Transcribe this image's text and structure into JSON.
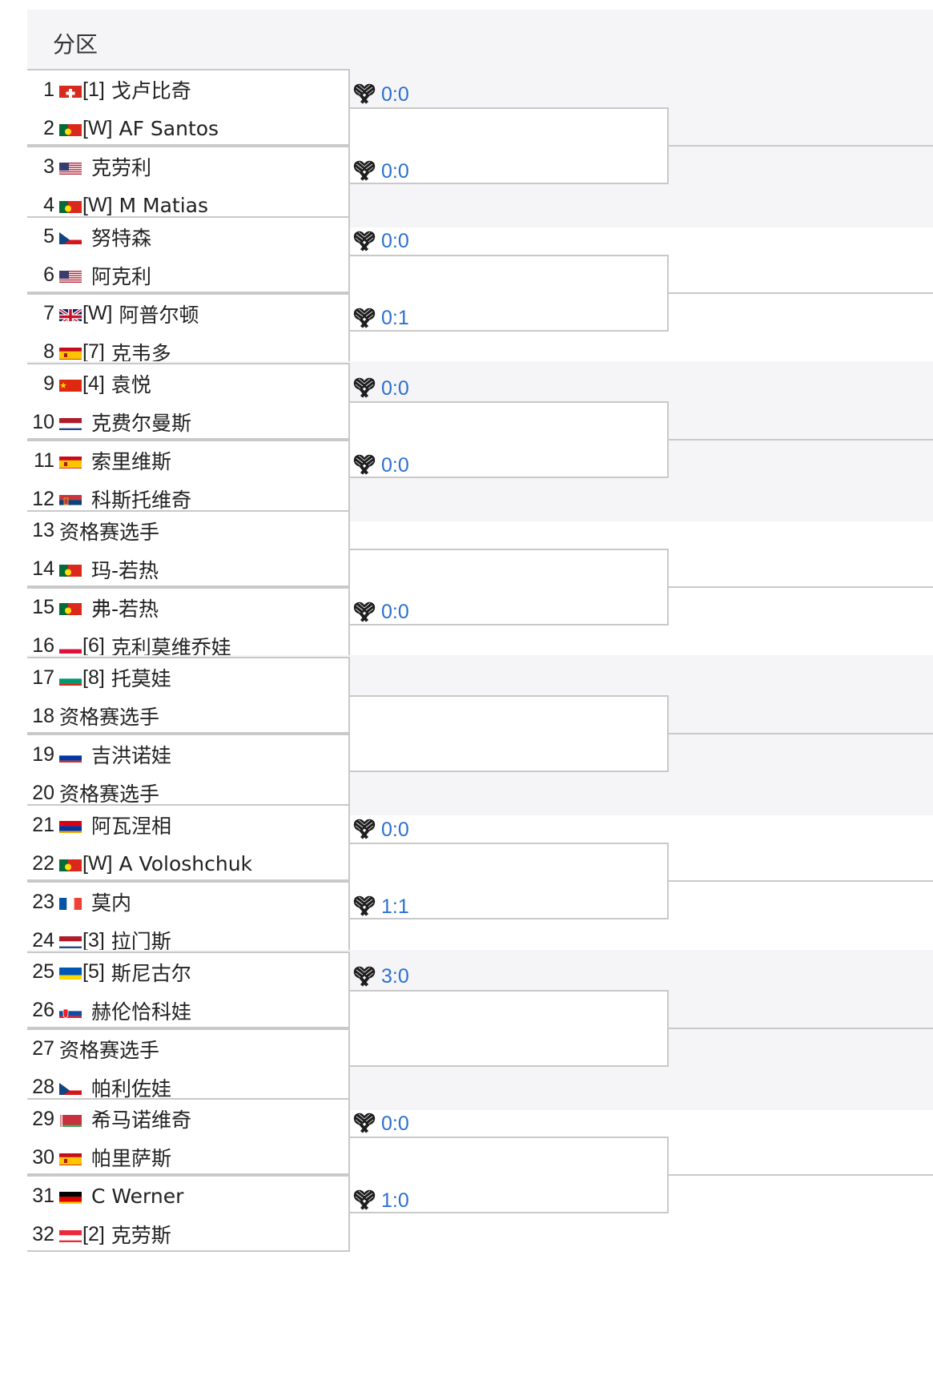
{
  "header": {
    "title": "分区"
  },
  "groups": [
    {
      "players": [
        {
          "num": "1",
          "flag": "flag-switzerland",
          "seed": "[1]",
          "name": "戈卢比奇"
        },
        {
          "num": "2",
          "flag": "flag-portugal",
          "seed": "[W]",
          "name": "AF Santos"
        },
        {
          "num": "3",
          "flag": "flag-usa",
          "seed": "",
          "name": "克劳利"
        },
        {
          "num": "4",
          "flag": "flag-portugal",
          "seed": "[W]",
          "name": "M Matias"
        }
      ],
      "scores": [
        "0:0",
        "0:0"
      ]
    },
    {
      "players": [
        {
          "num": "5",
          "flag": "flag-czech",
          "seed": "",
          "name": "努特森"
        },
        {
          "num": "6",
          "flag": "flag-usa",
          "seed": "",
          "name": "阿克利"
        },
        {
          "num": "7",
          "flag": "flag-uk",
          "seed": "[W]",
          "name": "阿普尔顿"
        },
        {
          "num": "8",
          "flag": "flag-spain",
          "seed": "[7]",
          "name": "克韦多"
        }
      ],
      "scores": [
        "0:0",
        "0:1"
      ]
    },
    {
      "players": [
        {
          "num": "9",
          "flag": "flag-china",
          "seed": "[4]",
          "name": "袁悦"
        },
        {
          "num": "10",
          "flag": "flag-netherlands",
          "seed": "",
          "name": "克费尔曼斯"
        },
        {
          "num": "11",
          "flag": "flag-spain",
          "seed": "",
          "name": "索里维斯"
        },
        {
          "num": "12",
          "flag": "flag-serbia",
          "seed": "",
          "name": "科斯托维奇"
        }
      ],
      "scores": [
        "0:0",
        "0:0"
      ]
    },
    {
      "players": [
        {
          "num": "13",
          "flag": "",
          "seed": "",
          "name": "资格赛选手"
        },
        {
          "num": "14",
          "flag": "flag-portugal",
          "seed": "",
          "name": "玛-若热"
        },
        {
          "num": "15",
          "flag": "flag-portugal",
          "seed": "",
          "name": "弗-若热"
        },
        {
          "num": "16",
          "flag": "flag-poland",
          "seed": "[6]",
          "name": "克利莫维乔娃"
        }
      ],
      "scores": [
        "",
        "0:0"
      ]
    },
    {
      "players": [
        {
          "num": "17",
          "flag": "flag-bulgaria",
          "seed": "[8]",
          "name": "托莫娃"
        },
        {
          "num": "18",
          "flag": "",
          "seed": "",
          "name": "资格赛选手"
        },
        {
          "num": "19",
          "flag": "flag-russia",
          "seed": "",
          "name": "吉洪诺娃"
        },
        {
          "num": "20",
          "flag": "",
          "seed": "",
          "name": "资格赛选手"
        }
      ],
      "scores": [
        "",
        ""
      ]
    },
    {
      "players": [
        {
          "num": "21",
          "flag": "flag-armenia",
          "seed": "",
          "name": "阿瓦涅相"
        },
        {
          "num": "22",
          "flag": "flag-portugal",
          "seed": "[W]",
          "name": "A Voloshchuk"
        },
        {
          "num": "23",
          "flag": "flag-france",
          "seed": "",
          "name": "莫内"
        },
        {
          "num": "24",
          "flag": "flag-netherlands",
          "seed": "[3]",
          "name": "拉门斯"
        }
      ],
      "scores": [
        "0:0",
        "1:1"
      ]
    },
    {
      "players": [
        {
          "num": "25",
          "flag": "flag-ukraine",
          "seed": "[5]",
          "name": "斯尼古尔"
        },
        {
          "num": "26",
          "flag": "flag-slovakia",
          "seed": "",
          "name": "赫伦恰科娃"
        },
        {
          "num": "27",
          "flag": "",
          "seed": "",
          "name": "资格赛选手"
        },
        {
          "num": "28",
          "flag": "flag-czech",
          "seed": "",
          "name": "帕利佐娃"
        }
      ],
      "scores": [
        "3:0",
        ""
      ]
    },
    {
      "players": [
        {
          "num": "29",
          "flag": "flag-belarus",
          "seed": "",
          "name": "希马诺维奇"
        },
        {
          "num": "30",
          "flag": "flag-spain",
          "seed": "",
          "name": "帕里萨斯"
        },
        {
          "num": "31",
          "flag": "flag-germany",
          "seed": "",
          "name": "C Werner"
        },
        {
          "num": "32",
          "flag": "flag-austria",
          "seed": "[2]",
          "name": "克劳斯"
        }
      ],
      "scores": [
        "0:0",
        "1:0"
      ]
    }
  ]
}
